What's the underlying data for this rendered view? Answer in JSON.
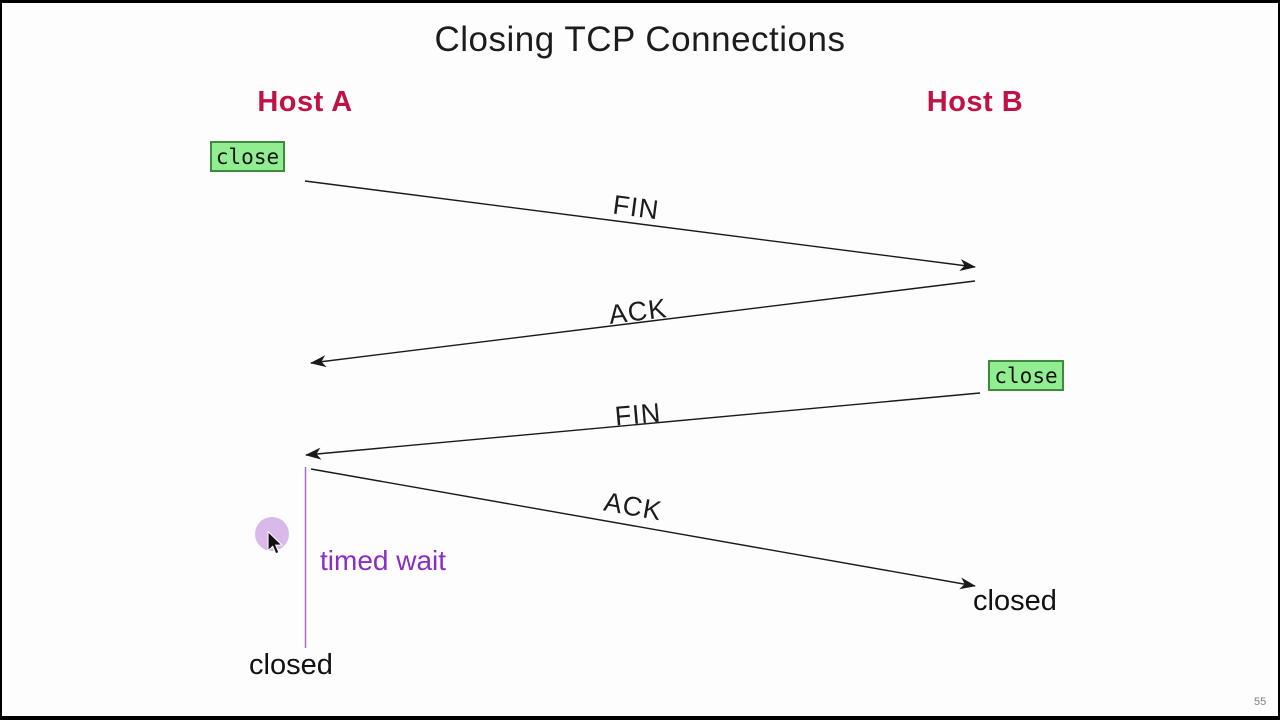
{
  "slide": {
    "title": "Closing TCP Connections",
    "page_number": "55"
  },
  "hosts": {
    "a": "Host A",
    "b": "Host B"
  },
  "boxes": {
    "close_a": "close",
    "close_b": "close"
  },
  "messages": {
    "fin1": "FIN",
    "ack1": "ACK",
    "fin2": "FIN",
    "ack2": "ACK"
  },
  "states": {
    "timed_wait": "timed wait",
    "closed_b": "closed",
    "closed_a": "closed"
  },
  "colors": {
    "host_label": "#c01245",
    "close_box_bg": "#90ee90",
    "close_box_border": "#3f8a3f",
    "timed_wait_text": "#8b2dc4",
    "timed_wait_line": "#b069d2",
    "cursor_highlight": "#d9b8ea",
    "arrow": "#1a1a1a",
    "page_number": "#808080"
  }
}
